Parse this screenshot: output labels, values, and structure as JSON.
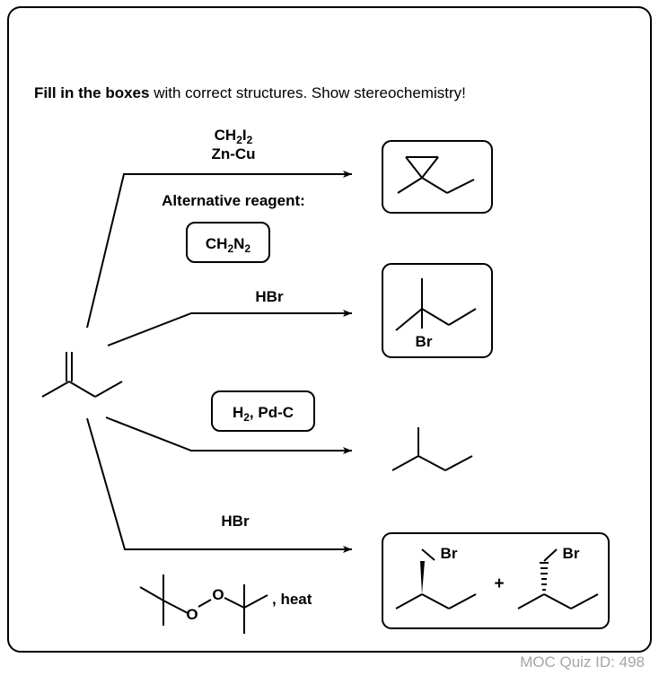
{
  "instruction": {
    "bold": "Fill in the boxes",
    "rest": " with correct structures. Show stereochemistry!"
  },
  "reaction1": {
    "reagent_line1": "CH2I2",
    "reagent_line2": "Zn-Cu",
    "alternative_label": "Alternative reagent:",
    "alternative_reagent": "CH2N2"
  },
  "reaction2": {
    "reagent": "HBr",
    "product_atom": "Br"
  },
  "reaction3": {
    "reagent": "H2, Pd-C"
  },
  "reaction4": {
    "reagent": "HBr",
    "peroxide_atom": "O",
    "condition": ", heat",
    "product_atom_1": "Br",
    "product_atom_2": "Br",
    "plus": "+"
  },
  "footer": {
    "quiz_id": "MOC Quiz ID: 498"
  }
}
